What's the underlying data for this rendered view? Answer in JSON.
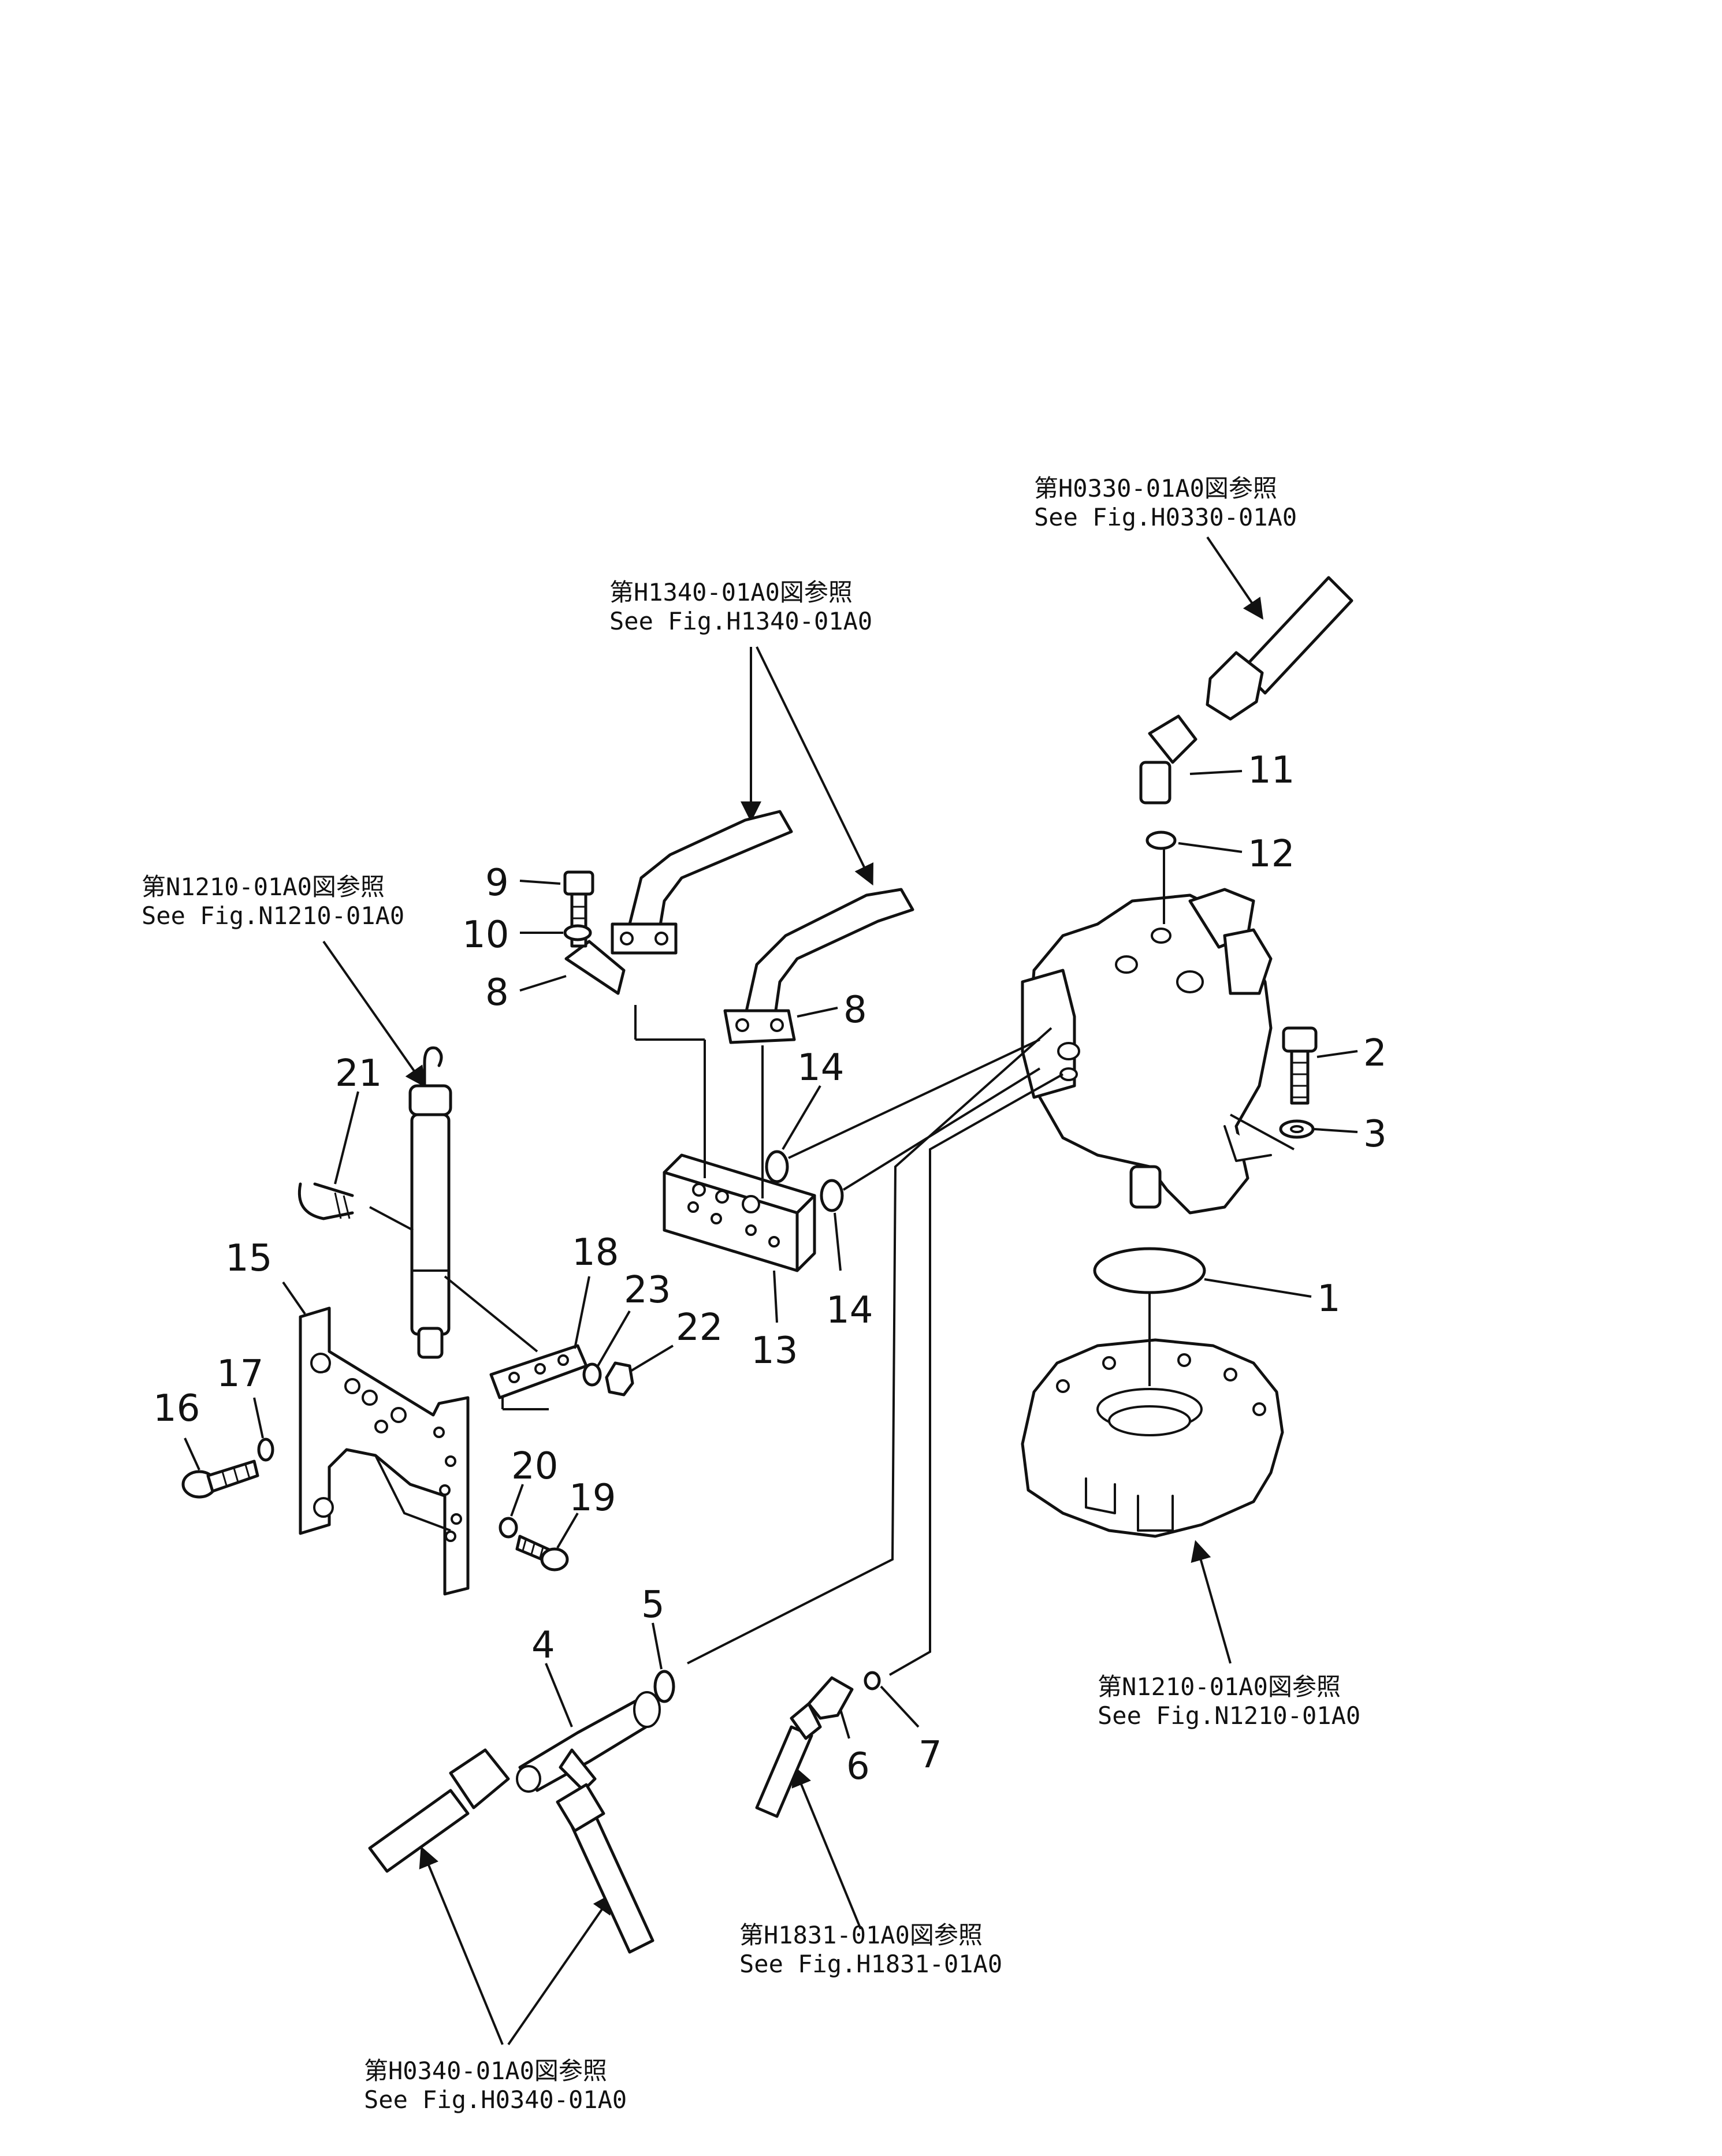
{
  "part_numbers": [
    "1",
    "2",
    "3",
    "4",
    "5",
    "6",
    "7",
    "8",
    "8",
    "9",
    "10",
    "11",
    "12",
    "13",
    "14",
    "14",
    "15",
    "16",
    "17",
    "18",
    "19",
    "20",
    "21",
    "22",
    "23"
  ],
  "references": [
    {
      "ja": "第H0330-01A0図参照",
      "en": "See Fig.H0330-01A0"
    },
    {
      "ja": "第H1340-01A0図参照",
      "en": "See Fig.H1340-01A0"
    },
    {
      "ja": "第N1210-01A0図参照",
      "en": "See Fig.N1210-01A0"
    },
    {
      "ja": "第N1210-01A0図参照",
      "en": "See Fig.N1210-01A0"
    },
    {
      "ja": "第H1831-01A0図参照",
      "en": "See Fig.H1831-01A0"
    },
    {
      "ja": "第H0340-01A0図参照",
      "en": "See Fig.H0340-01A0"
    }
  ]
}
